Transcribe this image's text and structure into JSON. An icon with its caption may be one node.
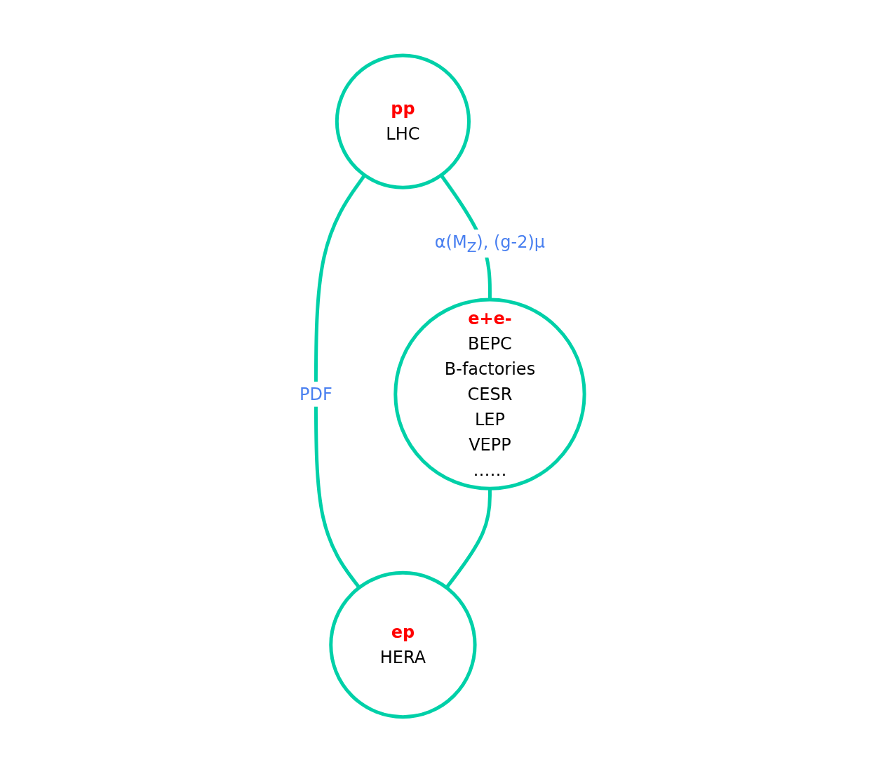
{
  "diagram": {
    "nodes": [
      {
        "text": [
          "pp",
          "LHC"
        ]
      },
      {
        "text": [
          "e+e-",
          "BEPC",
          "B-factories",
          "CESR",
          "LEP",
          "VEPP",
          "……"
        ]
      },
      {
        "text": [
          "ep",
          "HERA"
        ]
      }
    ],
    "edges": [
      {
        "from": 0,
        "to": 1,
        "arrow": "none",
        "label": "α(M$_{Z}$), (g-2)μ"
      },
      {
        "from": 0,
        "to": 2,
        "arrow": "none",
        "label": "PDF"
      },
      {
        "from": 1,
        "to": 2,
        "arrow": "none"
      }
    ]
  }
}
